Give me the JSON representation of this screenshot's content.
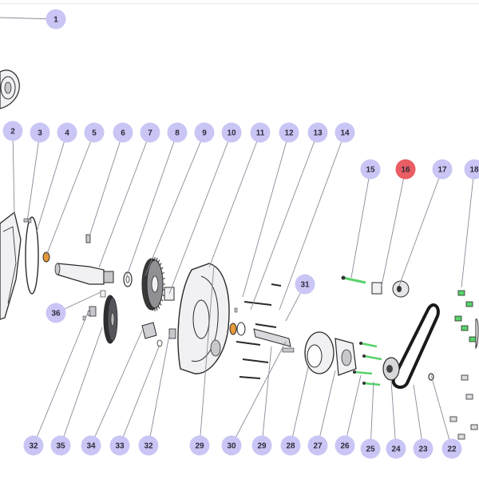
{
  "diagram": {
    "callouts": [
      {
        "label": "1",
        "status": "normal"
      },
      {
        "label": "2",
        "status": "normal"
      },
      {
        "label": "3",
        "status": "normal"
      },
      {
        "label": "4",
        "status": "normal"
      },
      {
        "label": "5",
        "status": "normal"
      },
      {
        "label": "6",
        "status": "normal"
      },
      {
        "label": "7",
        "status": "normal"
      },
      {
        "label": "8",
        "status": "normal"
      },
      {
        "label": "9",
        "status": "normal"
      },
      {
        "label": "10",
        "status": "normal"
      },
      {
        "label": "11",
        "status": "normal"
      },
      {
        "label": "12",
        "status": "normal"
      },
      {
        "label": "13",
        "status": "normal"
      },
      {
        "label": "14",
        "status": "normal"
      },
      {
        "label": "15",
        "status": "normal"
      },
      {
        "label": "16",
        "status": "highlighted"
      },
      {
        "label": "17",
        "status": "normal"
      },
      {
        "label": "18",
        "status": "normal"
      },
      {
        "label": "31",
        "status": "normal"
      },
      {
        "label": "36",
        "status": "normal"
      },
      {
        "label": "32",
        "status": "normal"
      },
      {
        "label": "35",
        "status": "normal"
      },
      {
        "label": "34",
        "status": "normal"
      },
      {
        "label": "33",
        "status": "normal"
      },
      {
        "label": "32",
        "status": "normal"
      },
      {
        "label": "29",
        "status": "normal"
      },
      {
        "label": "30",
        "status": "normal"
      },
      {
        "label": "29",
        "status": "normal"
      },
      {
        "label": "28",
        "status": "normal"
      },
      {
        "label": "27",
        "status": "normal"
      },
      {
        "label": "26",
        "status": "normal"
      },
      {
        "label": "25",
        "status": "normal"
      },
      {
        "label": "24",
        "status": "normal"
      },
      {
        "label": "23",
        "status": "normal"
      },
      {
        "label": "22",
        "status": "normal"
      }
    ]
  },
  "colors": {
    "callout_fill": "#c9c6f5",
    "callout_highlight": "#e95d63",
    "callout_text": "#2b2b3a",
    "leader_line": "#8a8a99",
    "part_stroke": "#2a2a2a",
    "part_fill": "#f1f1f3",
    "part_shade": "#c7c7cc",
    "bolt_green": "#58d26a",
    "seal_orange": "#e69a3a"
  }
}
